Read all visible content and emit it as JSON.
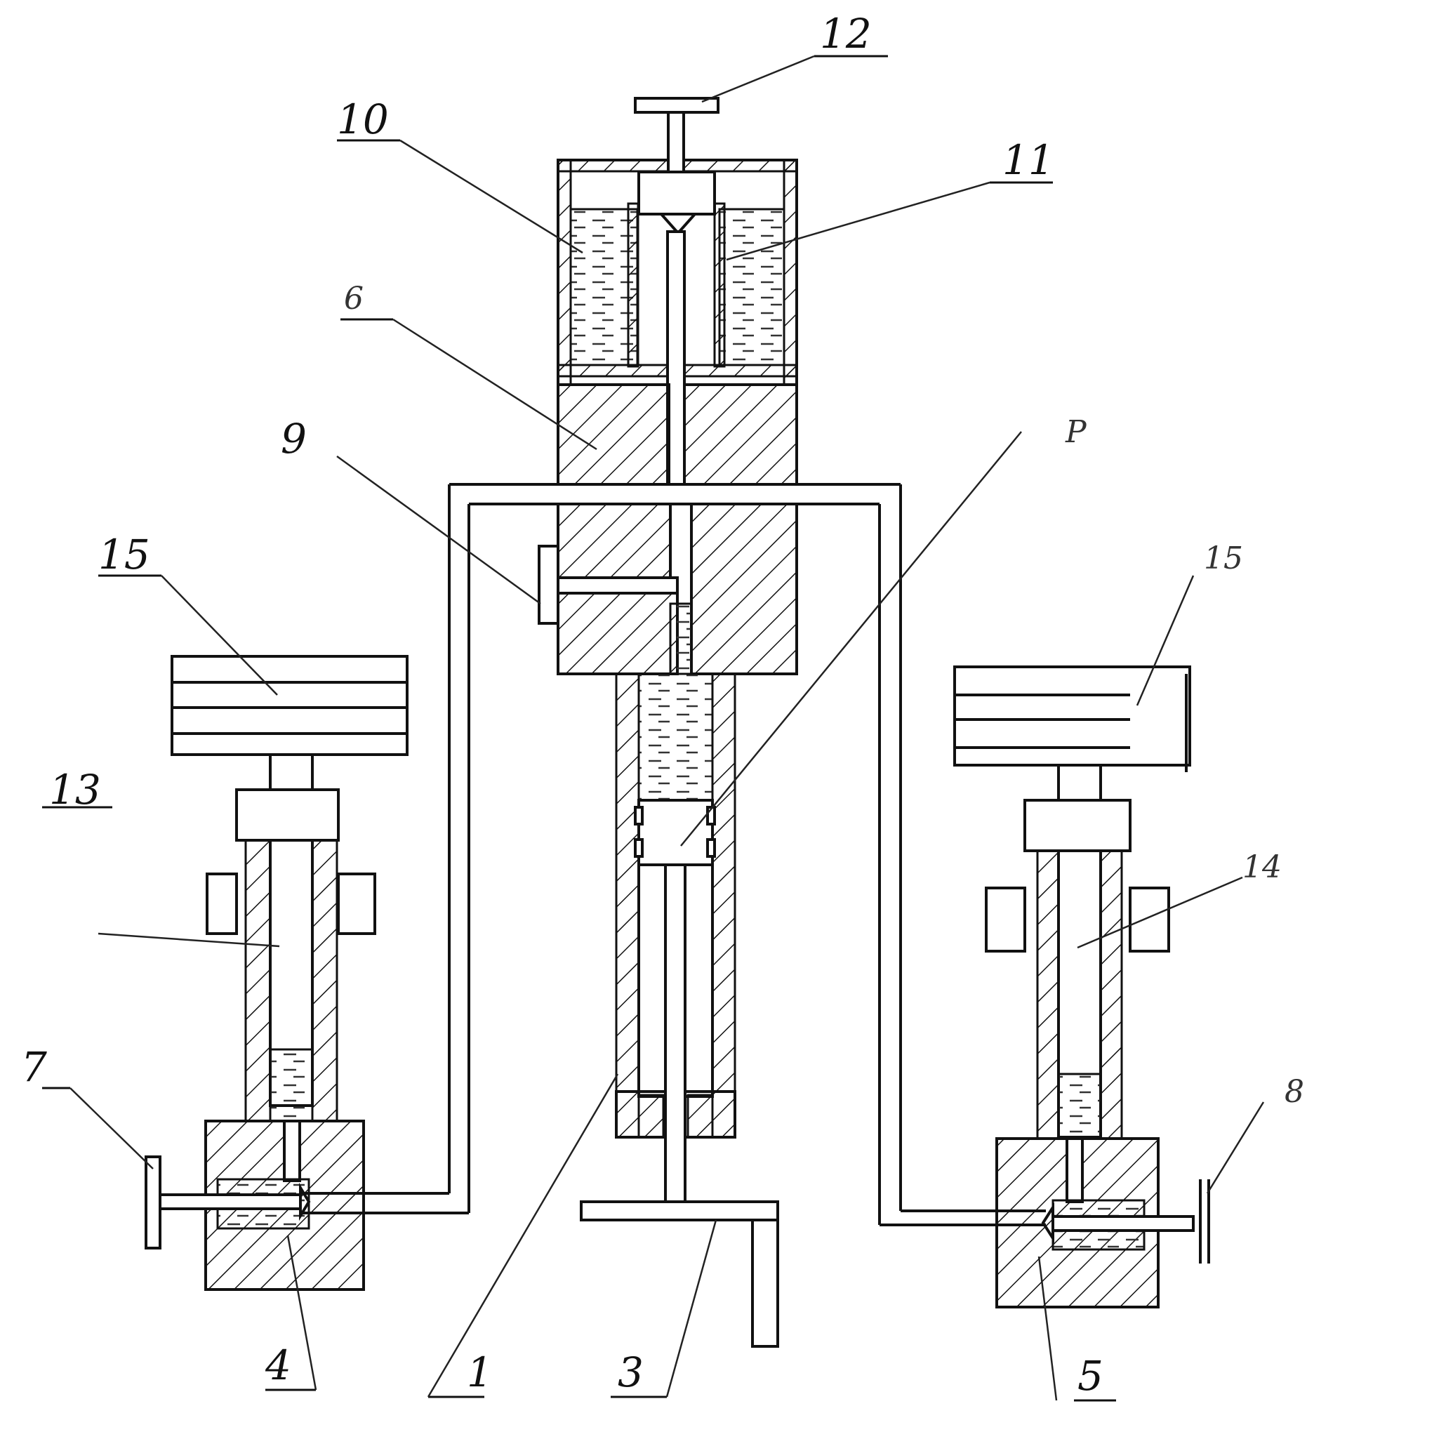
{
  "labels": {
    "l1": "1",
    "l3": "3",
    "l4": "4",
    "l5": "5",
    "l6": "6",
    "l7": "7",
    "l8": "8",
    "l9": "9",
    "l10": "10",
    "l11": "11",
    "l12": "12",
    "l13": "13",
    "l14": "14",
    "l15": "15",
    "l15r": "15",
    "lP": "P"
  },
  "colors": {
    "ink": "#111111",
    "paper": "#ffffff"
  }
}
